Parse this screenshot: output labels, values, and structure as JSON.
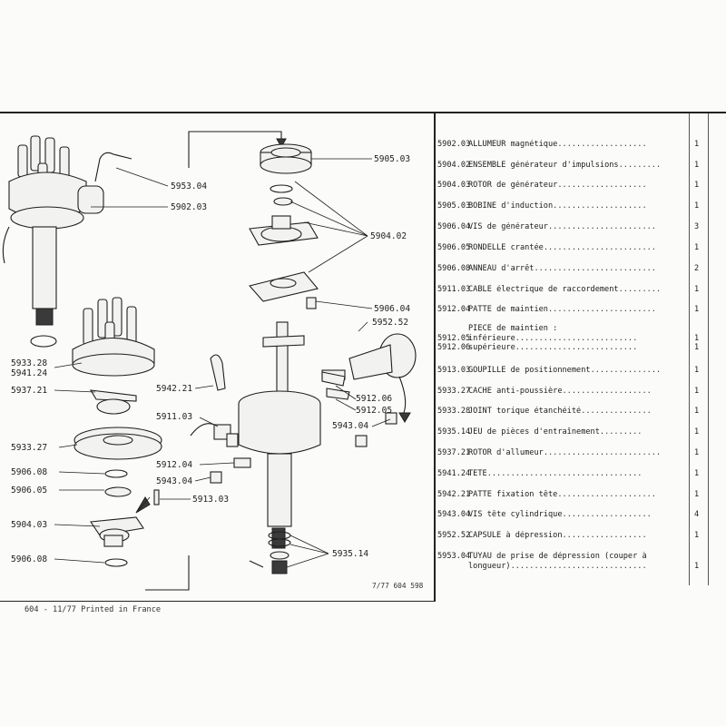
{
  "callouts": {
    "c5953_04": "5953.04",
    "c5902_03": "5902.03",
    "c5905_03": "5905.03",
    "c5904_02": "5904.02",
    "c5906_04": "5906.04",
    "c5952_52": "5952.52",
    "c5933_28": "5933.28",
    "c5941_24": "5941.24",
    "c5937_21": "5937.21",
    "c5942_21": "5942.21",
    "c5911_03": "5911.03",
    "c5912_06": "5912.06",
    "c5912_05": "5912.05",
    "c5943_04a": "5943.04",
    "c5933_27": "5933.27",
    "c5912_04": "5912.04",
    "c5943_04b": "5943.04",
    "c5906_08a": "5906.08",
    "c5906_05": "5906.05",
    "c5913_03": "5913.03",
    "c5904_03": "5904.03",
    "c5935_14": "5935.14",
    "c5906_08b": "5906.08"
  },
  "reference_code": "7/77 604 598",
  "footer": {
    "left": "604 - 11/77 Printed in France"
  },
  "parts": [
    {
      "code": "5902.03",
      "name": "ALLUMEUR",
      "desc": "magnétique",
      "dots": "...................",
      "qty": "1"
    },
    {
      "code": "5904.02",
      "name": "ENSEMBLE",
      "desc": "générateur d'impulsions",
      "dots": ".........",
      "qty": "1"
    },
    {
      "code": "5904.03",
      "name": "ROTOR",
      "desc": "de générateur",
      "dots": "...................",
      "qty": "1"
    },
    {
      "code": "5905.03",
      "name": "BOBINE",
      "desc": "d'induction",
      "dots": "....................",
      "qty": "1"
    },
    {
      "code": "5906.04",
      "name": "VIS",
      "desc": "de générateur",
      "dots": ".......................",
      "qty": "3"
    },
    {
      "code": "5906.05",
      "name": "RONDELLE",
      "desc": "crantée",
      "dots": "........................",
      "qty": "1"
    },
    {
      "code": "5906.08",
      "name": "ANNEAU",
      "desc": "d'arrêt",
      "dots": "..........................",
      "qty": "2"
    },
    {
      "code": "5911.03",
      "name": "CABLE",
      "desc": "électrique de raccordement",
      "dots": ".........",
      "qty": "1"
    },
    {
      "code": "5912.04",
      "name": "PATTE",
      "desc": "de maintien",
      "dots": ".......................",
      "qty": "1"
    },
    {
      "code": "",
      "name": "PIECE",
      "desc": "de maintien :",
      "dots": "",
      "qty": ""
    },
    {
      "code": "5912.05",
      "name": "",
      "desc": "inférieure",
      "dots": "..........................",
      "qty": "1"
    },
    {
      "code": "5912.06",
      "name": "",
      "desc": "supérieure",
      "dots": "..........................",
      "qty": "1"
    },
    {
      "code": "5913.03",
      "name": "GOUPILLE",
      "desc": "de positionnement",
      "dots": "...............",
      "qty": "1"
    },
    {
      "code": "5933.27",
      "name": "CACHE",
      "desc": "anti-poussière",
      "dots": "...................",
      "qty": "1"
    },
    {
      "code": "5933.28",
      "name": "JOINT",
      "desc": "torique étanchéité",
      "dots": "...............",
      "qty": "1"
    },
    {
      "code": "5935.14",
      "name": "JEU",
      "desc": "de pièces d'entraînement",
      "dots": ".........",
      "qty": "1"
    },
    {
      "code": "5937.21",
      "name": "ROTOR",
      "desc": "d'allumeur",
      "dots": ".........................",
      "qty": "1"
    },
    {
      "code": "5941.24",
      "name": "TETE",
      "desc": "",
      "dots": ".................................",
      "qty": "1"
    },
    {
      "code": "5942.21",
      "name": "PATTE",
      "desc": "fixation tête",
      "dots": ".....................",
      "qty": "1"
    },
    {
      "code": "5943.04",
      "name": "VIS",
      "desc": "tête cylindrique",
      "dots": "...................",
      "qty": "4"
    },
    {
      "code": "5952.52",
      "name": "CAPSULE",
      "desc": "à dépression",
      "dots": "..................",
      "qty": "1"
    },
    {
      "code": "5953.04",
      "name": "TUYAU",
      "desc": "de prise de dépression (couper à",
      "dots": "",
      "qty": ""
    },
    {
      "code": "",
      "name": "",
      "desc": "longueur)",
      "dots": ".............................",
      "qty": "1"
    }
  ]
}
